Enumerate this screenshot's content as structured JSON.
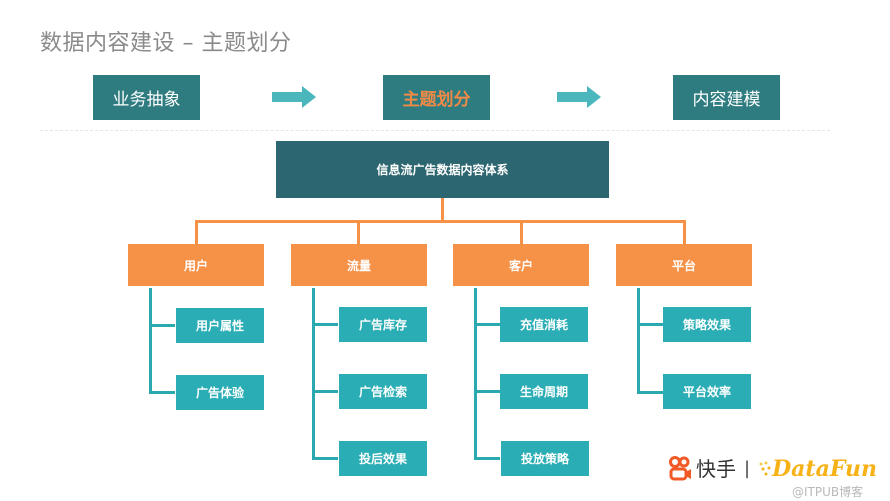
{
  "title": "数据内容建设 – 主题划分",
  "steps": [
    {
      "label": "业务抽象",
      "active": false
    },
    {
      "label": "主题划分",
      "active": true
    },
    {
      "label": "内容建模",
      "active": false
    }
  ],
  "tree": {
    "root": "信息流广告数据内容体系",
    "categories": [
      {
        "label": "用户",
        "children": [
          "用户属性",
          "广告体验"
        ]
      },
      {
        "label": "流量",
        "children": [
          "广告库存",
          "广告检索",
          "投后效果"
        ]
      },
      {
        "label": "客户",
        "children": [
          "充值消耗",
          "生命周期",
          "投放策略"
        ]
      },
      {
        "label": "平台",
        "children": [
          "策略效果",
          "平台效率"
        ]
      }
    ]
  },
  "footer": {
    "brand1": "快手",
    "separator": "|",
    "brand2": "DataFun",
    "watermark": "@ITPUB博客"
  },
  "colors": {
    "step_box": "#2f7c80",
    "active_text": "#f08a45",
    "arrow": "#4cb6bd",
    "root_box": "#2c6670",
    "category_box": "#f69148",
    "leaf_box": "#2aadb4",
    "title_text": "#8a8a8a"
  }
}
